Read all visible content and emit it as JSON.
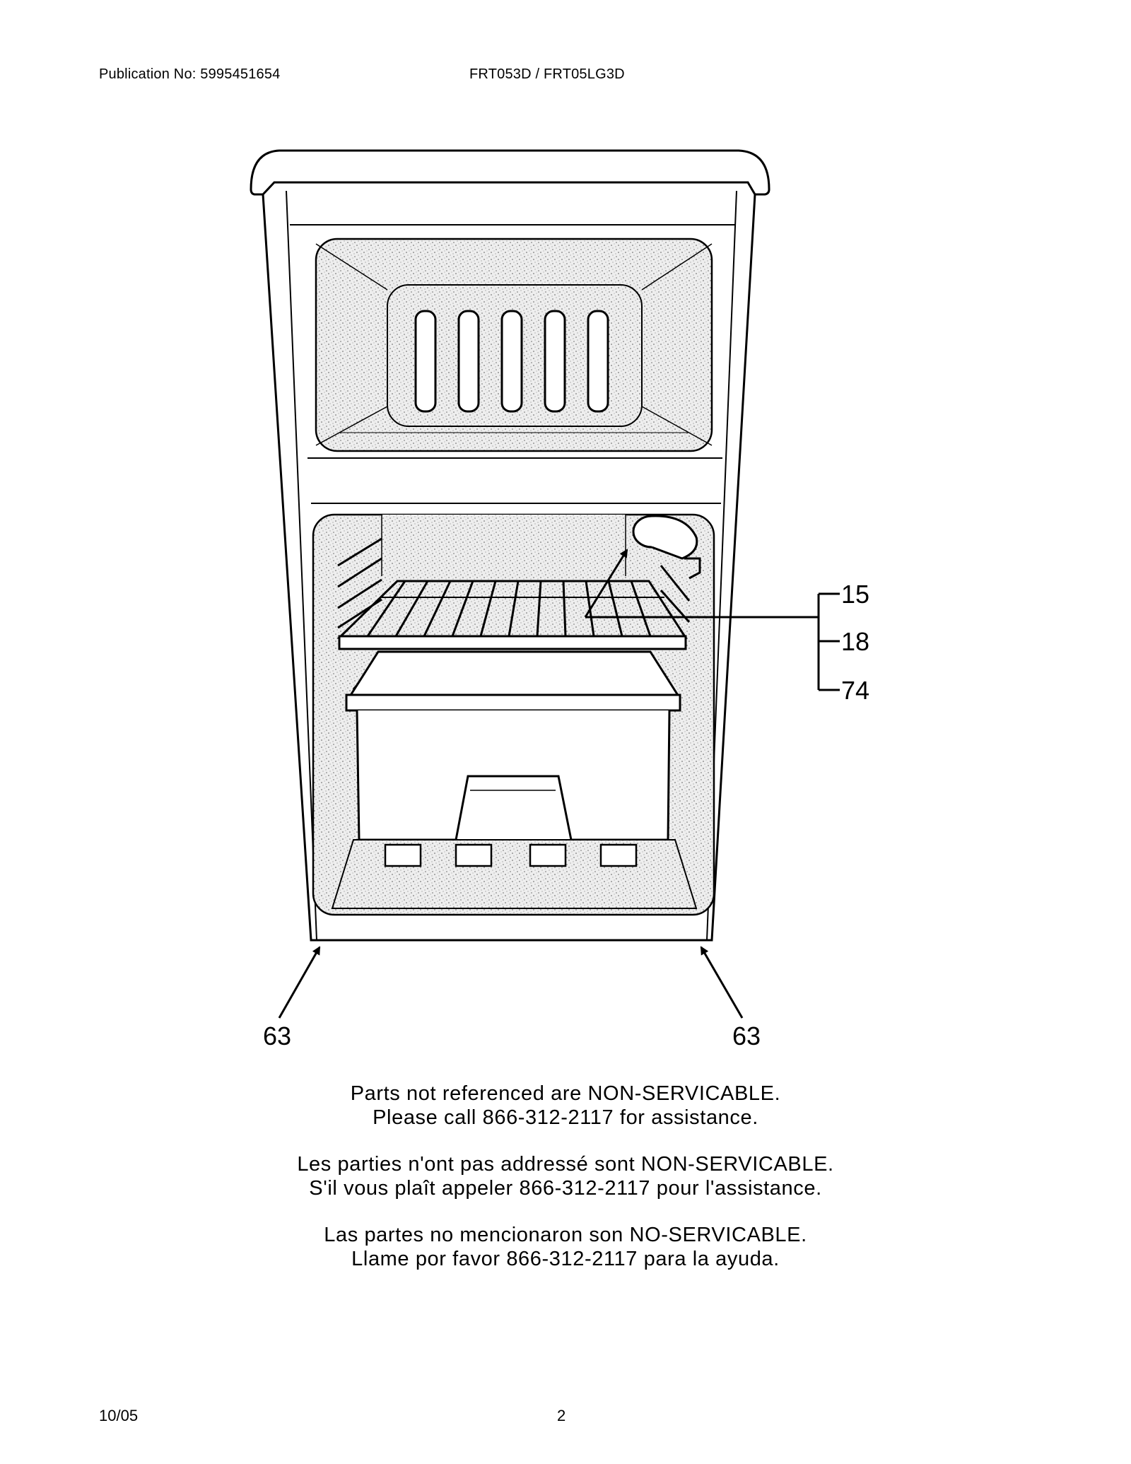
{
  "header": {
    "publication": "Publication No: 5995451654",
    "models": "FRT053D / FRT05LG3D"
  },
  "diagram": {
    "callouts": {
      "c15": "15",
      "c18": "18",
      "c74": "74",
      "c63_left": "63",
      "c63_right": "63"
    }
  },
  "notes": {
    "en_line1": "Parts not referenced are NON-SERVICABLE.",
    "en_line2": "Please call 866-312-2117 for assistance.",
    "fr_line1": "Les parties n'ont pas addressé sont NON-SERVICABLE.",
    "fr_line2": "S'il vous plaît appeler 866-312-2117 pour l'assistance.",
    "es_line1": "Las partes no mencionaron son NO-SERVICABLE.",
    "es_line2": "Llame por favor 866-312-2117 para la ayuda."
  },
  "footer": {
    "date": "10/05",
    "page": "2"
  }
}
